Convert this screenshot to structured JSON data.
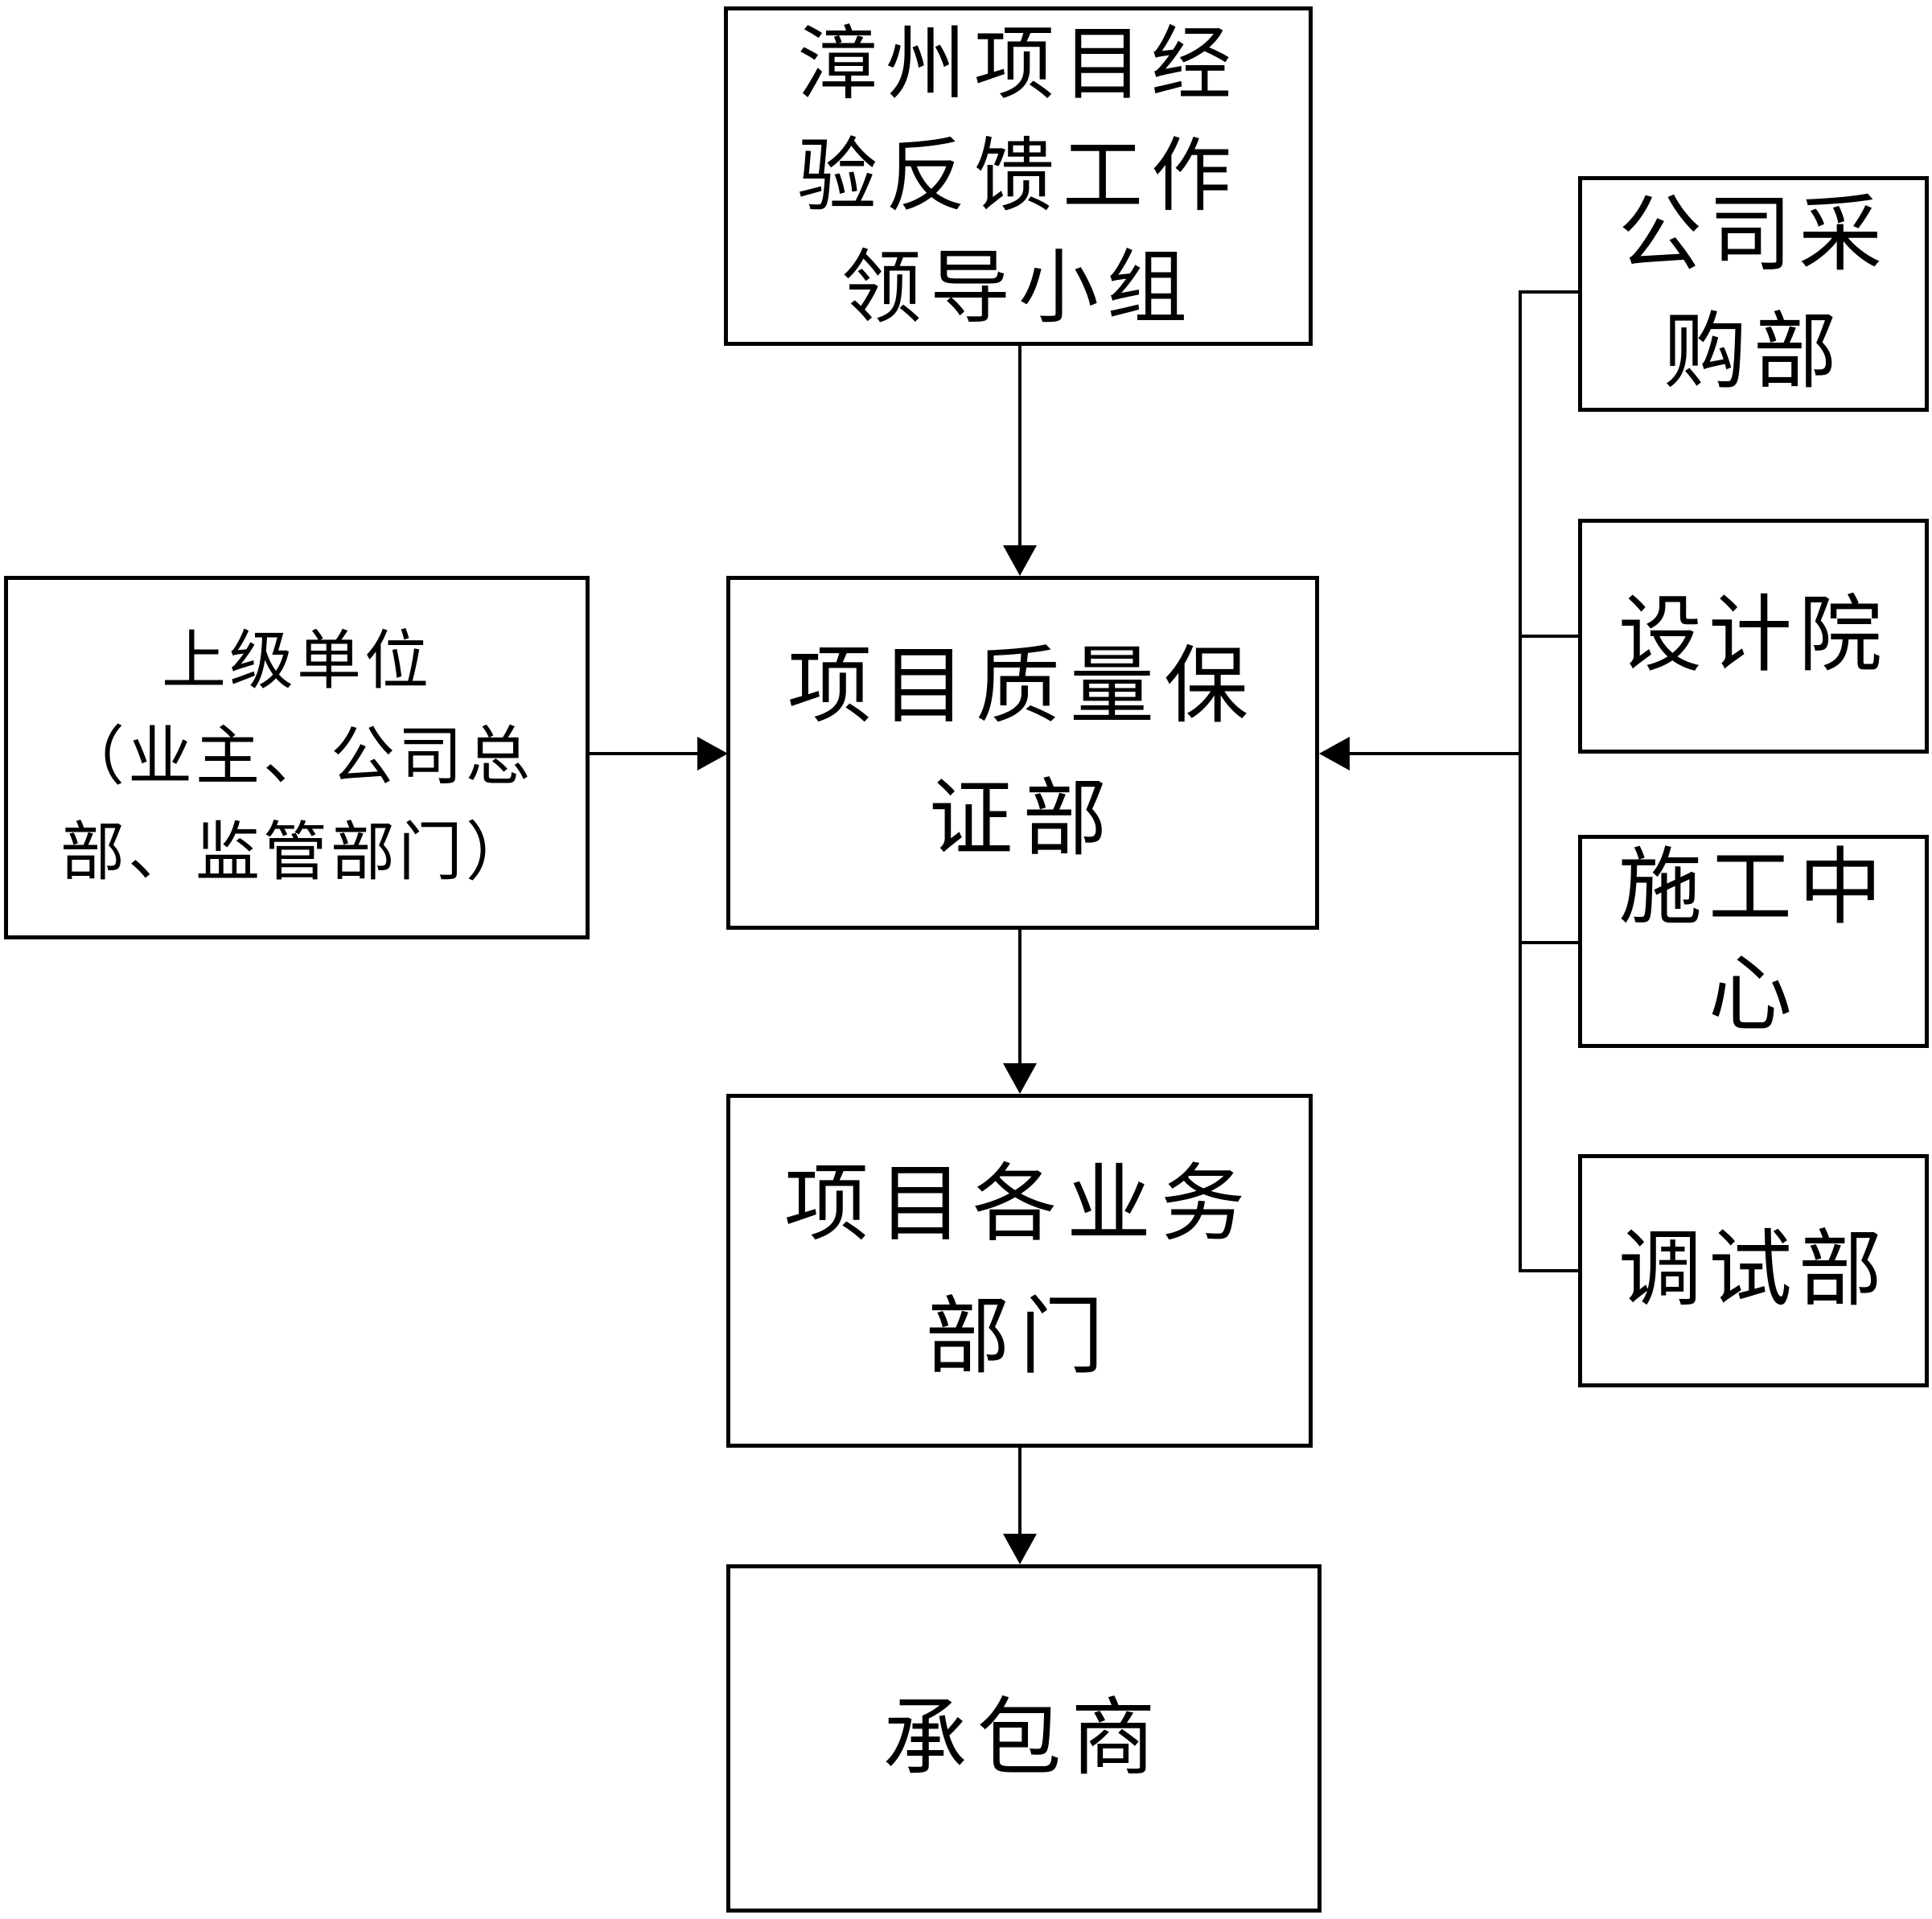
{
  "colors": {
    "line": "#000000",
    "background": "#ffffff",
    "text": "#000000"
  },
  "nodes": {
    "leading_group": {
      "lines": [
        "漳州项目经",
        "验反馈工作",
        "领导小组"
      ]
    },
    "superior_unit": {
      "lines": [
        "上级单位",
        "（业主、公司总",
        "部、监管部门）"
      ]
    },
    "quality_dept": {
      "lines": [
        "项目质量保",
        "证部"
      ]
    },
    "business_depts": {
      "lines": [
        "项目各业务",
        "部门"
      ]
    },
    "contractor": {
      "lines": [
        "承包商"
      ]
    },
    "procurement": {
      "lines": [
        "公司采",
        "购部"
      ]
    },
    "design_institute": {
      "lines": [
        "设计院"
      ]
    },
    "construction_center": {
      "lines": [
        "施工中",
        "心"
      ]
    },
    "commissioning": {
      "lines": [
        "调试部"
      ]
    }
  },
  "edges": [
    {
      "from": "leading_group",
      "to": "quality_dept",
      "style": "arrow-down"
    },
    {
      "from": "superior_unit",
      "to": "quality_dept",
      "style": "arrow-right"
    },
    {
      "from": "support_bracket",
      "to": "quality_dept",
      "style": "arrow-left"
    },
    {
      "from": "quality_dept",
      "to": "business_depts",
      "style": "arrow-down"
    },
    {
      "from": "business_depts",
      "to": "contractor",
      "style": "arrow-down"
    },
    {
      "bracket": "support_bracket",
      "members": [
        "procurement",
        "design_institute",
        "construction_center",
        "commissioning"
      ],
      "style": "plain-lines"
    }
  ]
}
